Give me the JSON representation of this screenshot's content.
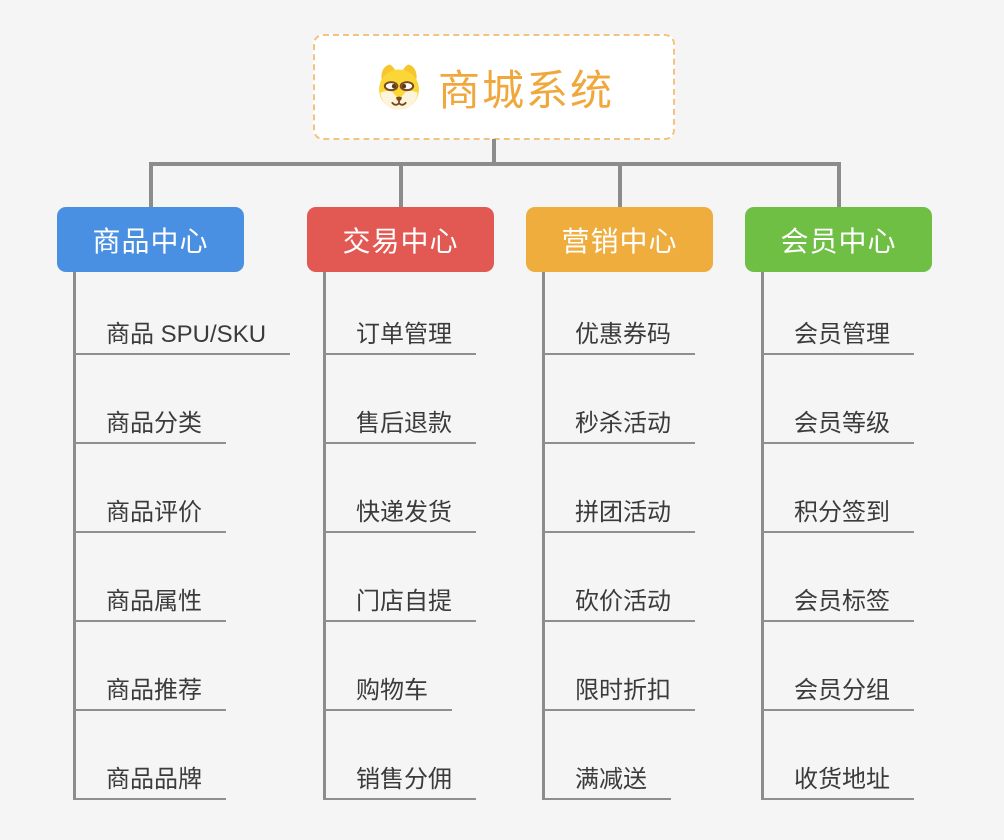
{
  "root": {
    "label": "商城系统",
    "icon": "dog-face",
    "text_color": "#f0a73c",
    "border_color": "#f2c381",
    "fill": "#ffffff"
  },
  "branches": [
    {
      "label": "商品中心",
      "color": "#4a90e2",
      "children": [
        "商品 SPU/SKU",
        "商品分类",
        "商品评价",
        "商品属性",
        "商品推荐",
        "商品品牌"
      ]
    },
    {
      "label": "交易中心",
      "color": "#e25852",
      "children": [
        "订单管理",
        "售后退款",
        "快递发货",
        "门店自提",
        "购物车",
        "销售分佣"
      ]
    },
    {
      "label": "营销中心",
      "color": "#eead3d",
      "children": [
        "优惠券码",
        "秒杀活动",
        "拼团活动",
        "砍价活动",
        "限时折扣",
        "满减送"
      ]
    },
    {
      "label": "会员中心",
      "color": "#6ebf44",
      "children": [
        "会员管理",
        "会员等级",
        "积分签到",
        "会员标签",
        "会员分组",
        "收货地址"
      ]
    }
  ],
  "colors": {
    "background": "#f5f5f6",
    "connector": "#8c8c8c",
    "underline": "#8f8f8f",
    "child_text": "#3b3b3b",
    "branch_text": "#ffffff"
  }
}
